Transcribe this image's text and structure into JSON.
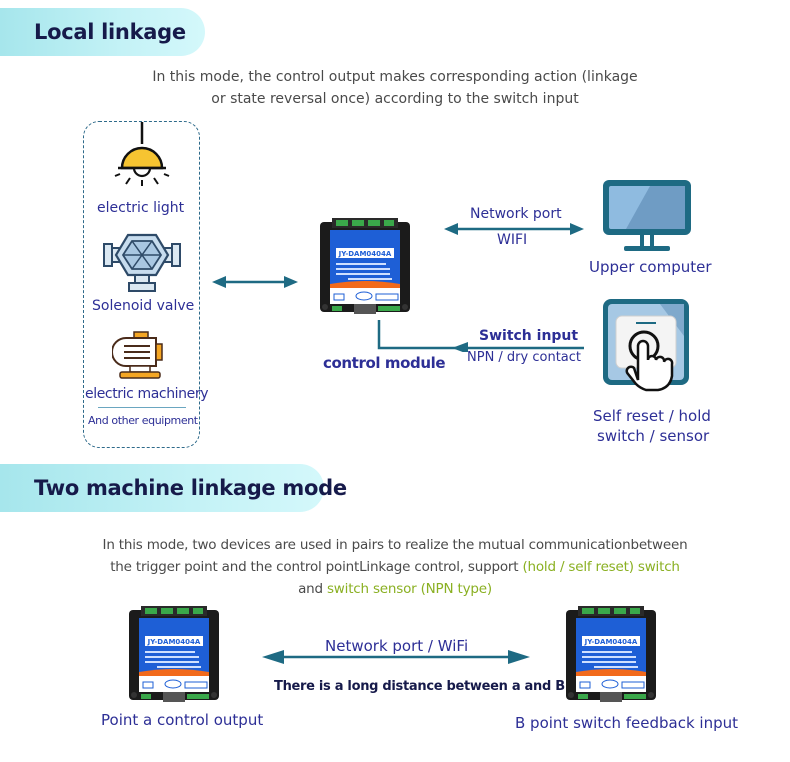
{
  "section1": {
    "title": "Local linkage",
    "description_line1": "In this mode, the control output makes corresponding action (linkage",
    "description_line2": "or state reversal once) according to the switch input",
    "equipment": [
      {
        "label": "electric light",
        "icon": "ceiling-lamp-icon"
      },
      {
        "label": "Solenoid valve",
        "icon": "solenoid-valve-icon"
      },
      {
        "label": "electric machinery",
        "icon": "electric-motor-icon"
      }
    ],
    "equipment_footer": "And other equipment",
    "module_model": "JY-DAM0404A",
    "module_label": "control module",
    "network_label_line1": "Network port",
    "network_label_line2": "WIFI",
    "computer_label": "Upper computer",
    "switch_label_line1": "Switch input",
    "switch_label_line2": "NPN / dry contact",
    "switch_device_label_line1": "Self reset / hold",
    "switch_device_label_line2": "switch / sensor"
  },
  "section2": {
    "title": "Two machine linkage mode",
    "description_line1": "In this mode, two devices are used in pairs to realize the mutual communicationbetween",
    "description_line2_plain": "the trigger point and the control pointLinkage control, support ",
    "description_line2_highlight": "(hold / self reset) switch",
    "description_line3_plain": "and ",
    "description_line3_highlight": "switch sensor (NPN type)",
    "device_a_model": "JY-DAM0404A",
    "device_b_model": "JY-DAM0404A",
    "device_a_label": "Point a control output",
    "device_b_label": "B point switch feedback input",
    "link_label": "Network port / WiFi",
    "distance_note": "There is a long distance between a and B"
  },
  "colors": {
    "arrow": "#1e6a83",
    "label_text": "#2d2f96",
    "highlight": "#8ab022",
    "pill_start": "#a6e6ec",
    "pill_end": "#d4f8fb"
  }
}
